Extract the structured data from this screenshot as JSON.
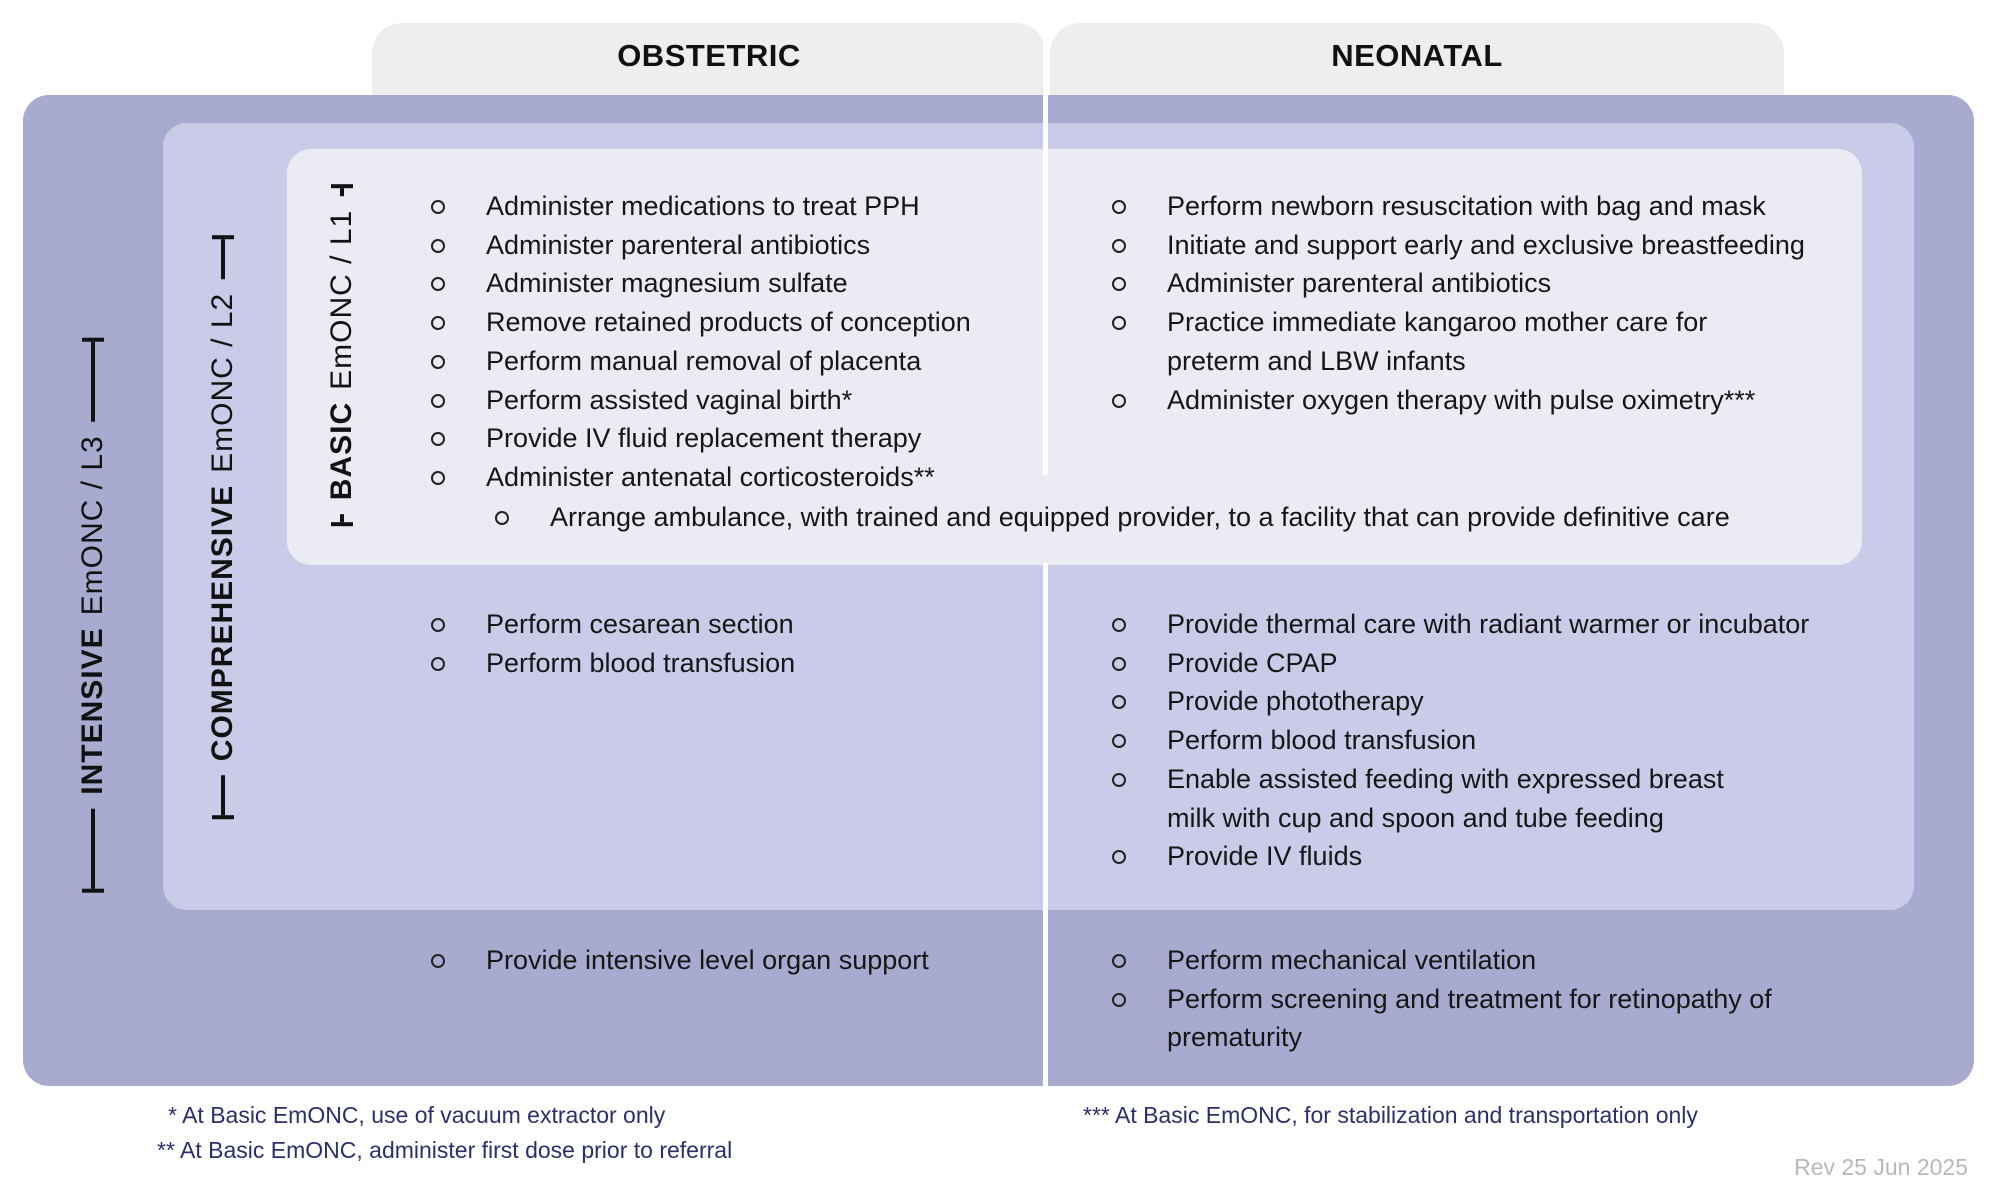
{
  "headers": {
    "obstetric": "OBSTETRIC",
    "neonatal": "NEONATAL"
  },
  "levels": {
    "l3": {
      "bold": "INTENSIVE",
      "rest": "EmONC / L3"
    },
    "l2": {
      "bold": "COMPREHENSIVE",
      "rest": "EmONC / L2"
    },
    "l1": {
      "bold": "BASIC",
      "rest": "EmONC / L1"
    }
  },
  "basic": {
    "obstetric": [
      "Administer medications to treat PPH",
      "Administer parenteral antibiotics",
      "Administer magnesium sulfate",
      "Remove retained products of conception",
      "Perform manual removal of placenta",
      "Perform assisted vaginal birth*",
      "Provide IV fluid replacement therapy",
      "Administer antenatal corticosteroids**"
    ],
    "neonatal": [
      "Perform newborn resuscitation with bag and mask",
      "Initiate and support early and exclusive breastfeeding",
      "Administer parenteral antibiotics",
      "Practice immediate kangaroo mother care for preterm and LBW infants",
      "Administer oxygen therapy with pulse oximetry***"
    ],
    "shared": "Arrange ambulance, with trained and equipped provider, to a facility that can provide definitive care"
  },
  "comprehensive": {
    "obstetric": [
      "Perform cesarean section",
      "Perform blood transfusion"
    ],
    "neonatal": [
      "Provide thermal care with radiant warmer or incubator",
      "Provide CPAP",
      "Provide phototherapy",
      "Perform blood transfusion",
      "Enable assisted feeding with expressed breast milk with cup and spoon and tube feeding",
      "Provide IV fluids"
    ]
  },
  "intensive": {
    "obstetric": [
      "Provide intensive level organ support"
    ],
    "neonatal": [
      "Perform mechanical ventilation",
      "Perform screening and treatment for retinopathy of prematurity"
    ]
  },
  "footnotes": {
    "f1": "* At Basic EmONC, use of vacuum extractor only",
    "f2": "** At Basic EmONC, administer first dose prior to referral",
    "f3": "*** At Basic EmONC, for stabilization and transportation only"
  },
  "revision": "Rev 25 Jun 2025"
}
